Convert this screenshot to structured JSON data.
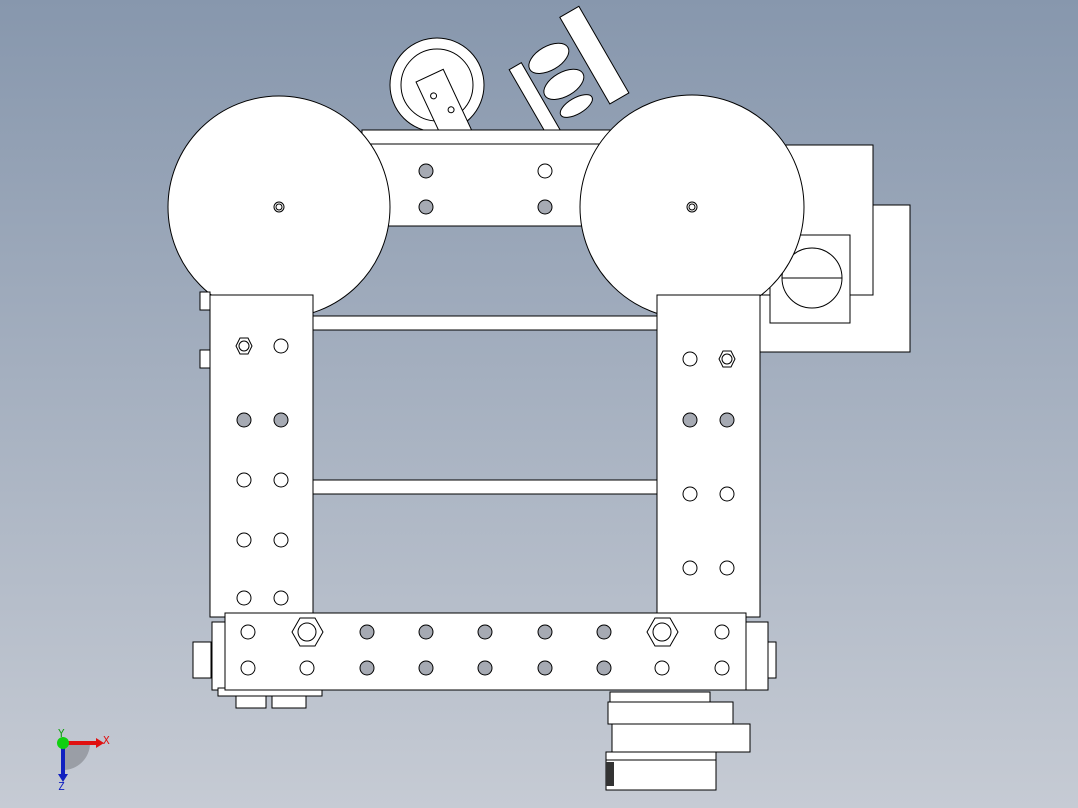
{
  "viewport": {
    "triad": {
      "x_label": "X",
      "y_label": "Y",
      "z_label": "Z",
      "colors": {
        "x": "#e01010",
        "y": "#10d010",
        "z": "#1020c0"
      }
    }
  }
}
